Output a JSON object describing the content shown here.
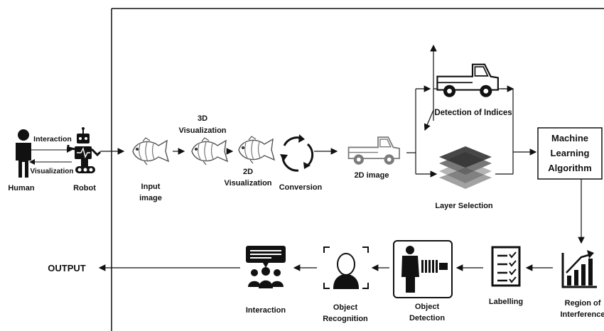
{
  "nodes": {
    "human": "Human",
    "robot": "Robot",
    "interaction_top": "Interaction",
    "visualization_back": "Visualization",
    "input_image_line1": "Input",
    "input_image_line2": "image",
    "viz3d_line1": "3D",
    "viz3d_line2": "Visualization",
    "viz2d_line1": "2D",
    "viz2d_line2": "Visualization",
    "conversion": "Conversion",
    "image2d": "2D image",
    "detection_indices": "Detection of Indices",
    "layer_selection": "Layer Selection",
    "ml_line1": "Machine",
    "ml_line2": "Learning",
    "ml_line3": "Algorithm",
    "roi_line1": "Region of",
    "roi_line2": "Interference",
    "labelling": "Labelling",
    "obj_det_line1": "Object",
    "obj_det_line2": "Detection",
    "obj_rec_line1": "Object",
    "obj_rec_line2": "Recognition",
    "interaction": "Interaction",
    "output": "OUTPUT"
  },
  "icons": [
    "human-icon",
    "robot-icon",
    "fish-icon",
    "cycle-icon",
    "truck-icon",
    "layers-icon",
    "chart-icon",
    "checklist-icon",
    "person-detection-icon",
    "face-recognition-icon",
    "group-chat-icon"
  ]
}
